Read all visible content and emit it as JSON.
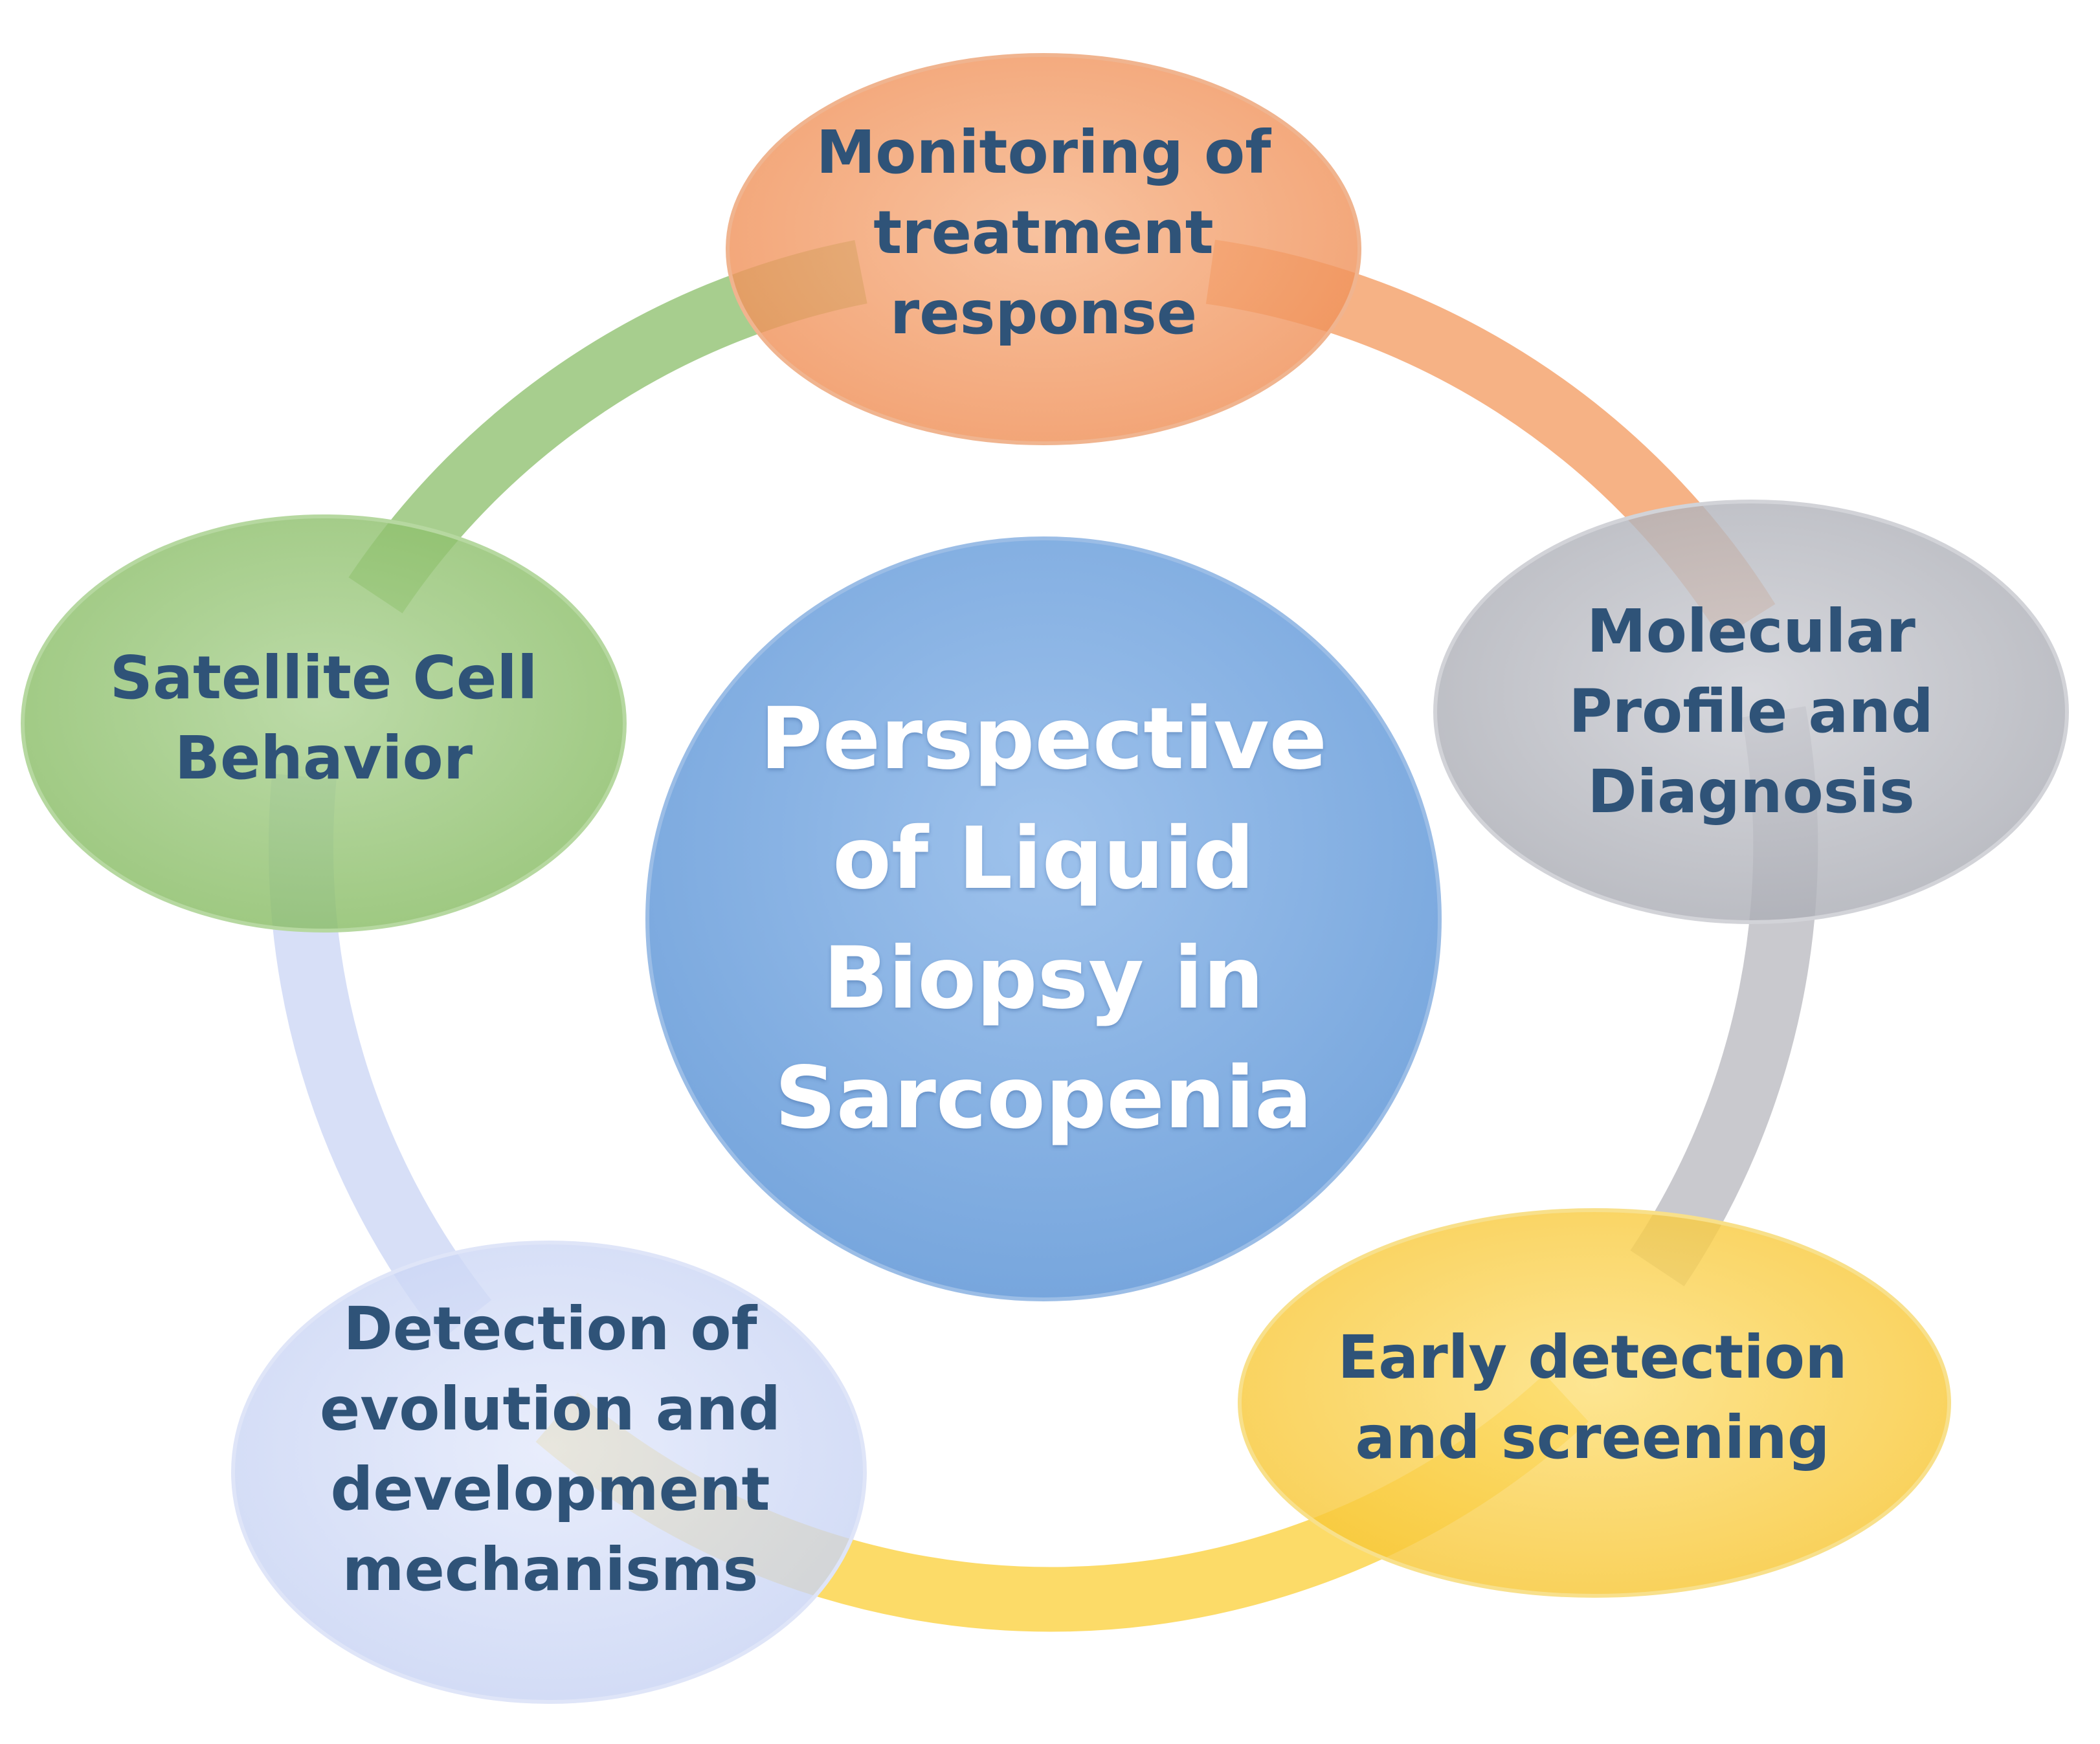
{
  "center": {
    "lines": [
      "Perspective",
      "of Liquid",
      "Biopsy in",
      "Sarcopenia"
    ],
    "color": "#8cb6e6"
  },
  "nodes": [
    {
      "id": "monitoring",
      "lines": [
        "Monitoring of",
        "treatment",
        "response"
      ],
      "color": "#f4a06c",
      "arc_color": "#f5a470"
    },
    {
      "id": "molecular",
      "lines": [
        "Molecular",
        "Profile and",
        "Diagnosis"
      ],
      "color": "#bcbec5",
      "arc_color": "#bfc0c6"
    },
    {
      "id": "early",
      "lines": [
        "Early detection",
        "and screening"
      ],
      "color": "#fbd34a",
      "arc_color": "#fbd54e"
    },
    {
      "id": "detection",
      "lines": [
        "Detection of",
        "evolution and",
        "development",
        "mechanisms"
      ],
      "color": "#d3dcf7",
      "arc_color": "#d3dcf6"
    },
    {
      "id": "satellite",
      "lines": [
        "Satellite Cell",
        "Behavior"
      ],
      "color": "#99c77a",
      "arc_color": "#98c67a"
    }
  ]
}
